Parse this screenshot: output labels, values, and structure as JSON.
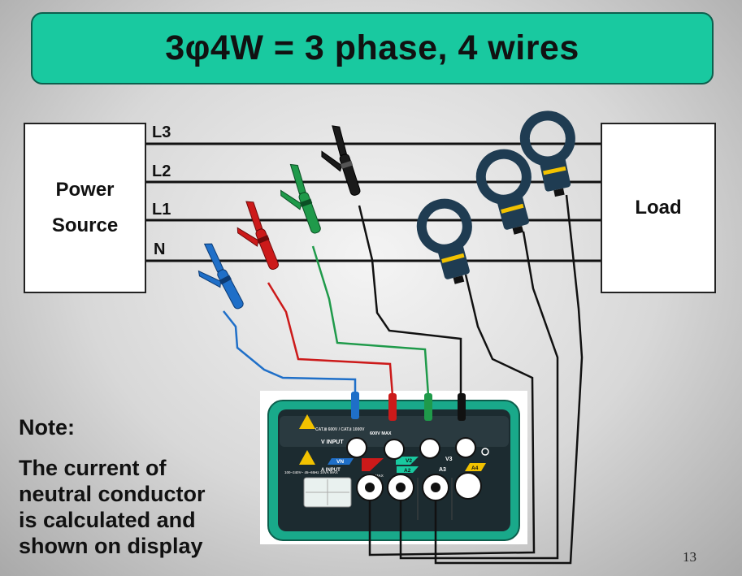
{
  "title": "3φ4W = 3 phase, 4 wires",
  "power_source": {
    "line1": "Power",
    "line2": "Source"
  },
  "load": "Load",
  "wires": [
    "L3",
    "L2",
    "L1",
    "N"
  ],
  "note": {
    "heading": "Note:",
    "lines": [
      "The current of",
      "neutral conductor",
      "is calculated and",
      "shown on display"
    ]
  },
  "meter_labels": {
    "voltage_input": "V INPUT",
    "current_input": "A INPUT",
    "vn": "VN",
    "v2": "V2",
    "v3": "V3",
    "a2": "A2",
    "a3": "A3",
    "a4": "A4",
    "max_rating": "600V MAX",
    "cat_rating": "CAT.Ⅲ 600V / CAT.Ⅱ 1000V",
    "supply": "100~240V~ 45~65Hz 10VA MAX",
    "a_max": "2V MAX"
  },
  "colors": {
    "banner": "#19c9a0",
    "blue_lead": "#1f6fc8",
    "red_lead": "#cc1a1a",
    "green_lead": "#1f9a4a",
    "black_lead": "#111111",
    "meter_body": "#19a98a"
  },
  "page_number": "13"
}
